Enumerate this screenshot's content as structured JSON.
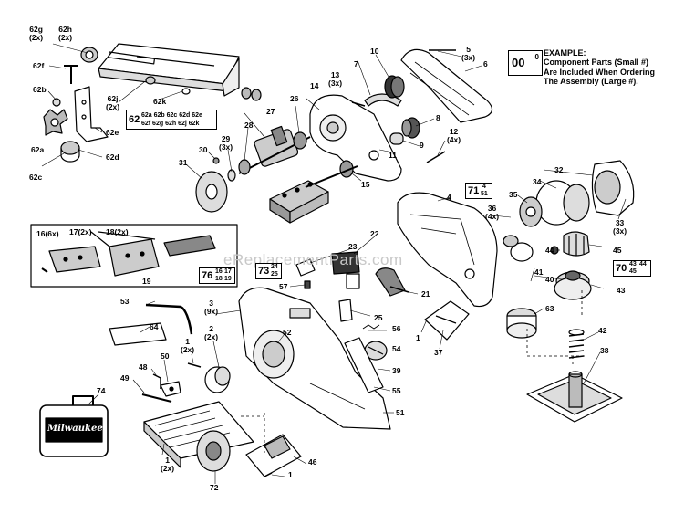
{
  "watermark": "eReplacementParts.com",
  "example": {
    "big": "00",
    "small": "0",
    "text": "EXAMPLE:\nComponent Parts (Small #)\nAre Included When Ordering\nThe Assembly (Large #)."
  },
  "assembly_62": {
    "big": "62",
    "rows": [
      "62a 62b 62c 62d 62e",
      "62f 62g 62h 62j 62k"
    ]
  },
  "assembly_71": {
    "big": "71",
    "small": [
      "4",
      "51"
    ]
  },
  "assembly_73": {
    "big": "73",
    "small": [
      "24",
      "25"
    ]
  },
  "assembly_70": {
    "big": "70",
    "small": [
      "43",
      "44",
      "45"
    ]
  },
  "assembly_76": {
    "big": "76",
    "small": [
      "16",
      "17",
      "18",
      "19"
    ]
  },
  "logo": "Milwaukee",
  "labels": [
    {
      "id": "62g",
      "text": "62g\n(2x)"
    },
    {
      "id": "62h",
      "text": "62h\n(2x)"
    },
    {
      "id": "62f",
      "text": "62f"
    },
    {
      "id": "62b",
      "text": "62b"
    },
    {
      "id": "62j",
      "text": "62j\n(2x)"
    },
    {
      "id": "62k",
      "text": "62k"
    },
    {
      "id": "62e",
      "text": "62e"
    },
    {
      "id": "62a",
      "text": "62a"
    },
    {
      "id": "62d",
      "text": "62d"
    },
    {
      "id": "62c",
      "text": "62c"
    },
    {
      "id": "28",
      "text": "28"
    },
    {
      "id": "27",
      "text": "27"
    },
    {
      "id": "26",
      "text": "26"
    },
    {
      "id": "29",
      "text": "29\n(3x)"
    },
    {
      "id": "30",
      "text": "30"
    },
    {
      "id": "31",
      "text": "31"
    },
    {
      "id": "13",
      "text": "13\n(3x)"
    },
    {
      "id": "14",
      "text": "14"
    },
    {
      "id": "7",
      "text": "7"
    },
    {
      "id": "10",
      "text": "10"
    },
    {
      "id": "5",
      "text": "5\n(3x)"
    },
    {
      "id": "6",
      "text": "6"
    },
    {
      "id": "8",
      "text": "8"
    },
    {
      "id": "9",
      "text": "9"
    },
    {
      "id": "11",
      "text": "11"
    },
    {
      "id": "12",
      "text": "12\n(4x)"
    },
    {
      "id": "15",
      "text": "15"
    },
    {
      "id": "32",
      "text": "32"
    },
    {
      "id": "33",
      "text": "33\n(3x)"
    },
    {
      "id": "34",
      "text": "34"
    },
    {
      "id": "35",
      "text": "35"
    },
    {
      "id": "36",
      "text": "36\n(4x)"
    },
    {
      "id": "44",
      "text": "44"
    },
    {
      "id": "45",
      "text": "45"
    },
    {
      "id": "40",
      "text": "40"
    },
    {
      "id": "41",
      "text": "41"
    },
    {
      "id": "43",
      "text": "43"
    },
    {
      "id": "63",
      "text": "63"
    },
    {
      "id": "42",
      "text": "42"
    },
    {
      "id": "38",
      "text": "38"
    },
    {
      "id": "4",
      "text": "4"
    },
    {
      "id": "22",
      "text": "22"
    },
    {
      "id": "23",
      "text": "23"
    },
    {
      "id": "57",
      "text": "57"
    },
    {
      "id": "21",
      "text": "21"
    },
    {
      "id": "25",
      "text": "25"
    },
    {
      "id": "37",
      "text": "37"
    },
    {
      "id": "1a",
      "text": "1"
    },
    {
      "id": "16",
      "text": "16(6x)"
    },
    {
      "id": "17",
      "text": "17(2x)"
    },
    {
      "id": "18",
      "text": "18(2x)"
    },
    {
      "id": "19",
      "text": "19"
    },
    {
      "id": "53",
      "text": "53"
    },
    {
      "id": "64",
      "text": "64"
    },
    {
      "id": "3",
      "text": "3\n(9x)"
    },
    {
      "id": "52",
      "text": "52"
    },
    {
      "id": "2",
      "text": "2\n(2x)"
    },
    {
      "id": "1b",
      "text": "1\n(2x)"
    },
    {
      "id": "50",
      "text": "50"
    },
    {
      "id": "48",
      "text": "48"
    },
    {
      "id": "49",
      "text": "49"
    },
    {
      "id": "74",
      "text": "74"
    },
    {
      "id": "56",
      "text": "56"
    },
    {
      "id": "54",
      "text": "54"
    },
    {
      "id": "39",
      "text": "39"
    },
    {
      "id": "55",
      "text": "55"
    },
    {
      "id": "51",
      "text": "51"
    },
    {
      "id": "46",
      "text": "46"
    },
    {
      "id": "1c",
      "text": "1"
    },
    {
      "id": "1d",
      "text": "1\n(2x)"
    },
    {
      "id": "72",
      "text": "72"
    }
  ]
}
